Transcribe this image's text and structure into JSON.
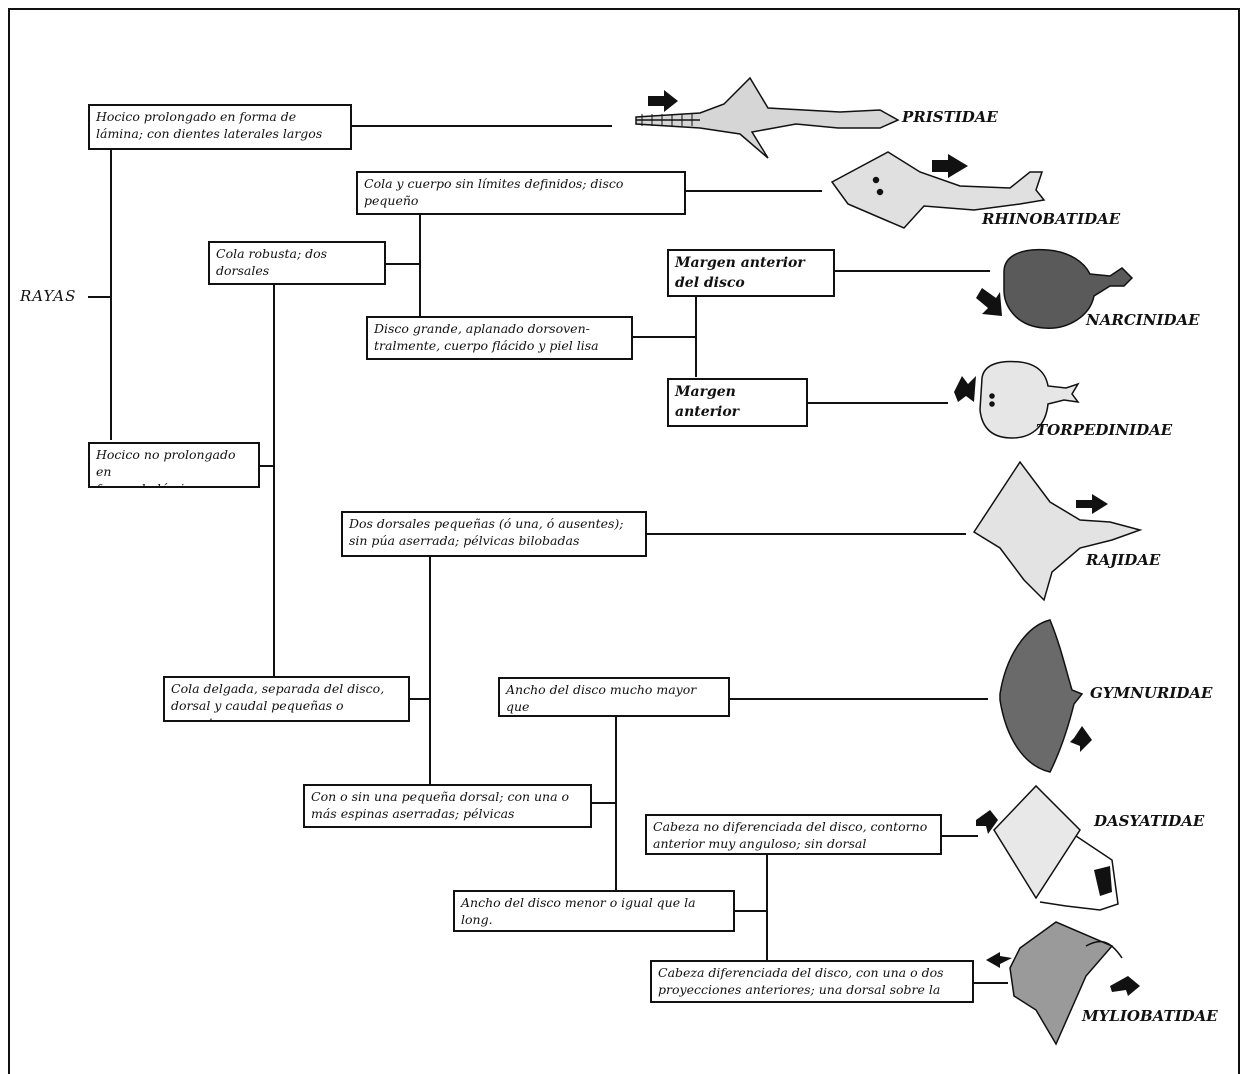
{
  "root_label": "RAYAS",
  "nodes": {
    "hocico_prolongado": "Hocico prolongado en forma de\nlámina; con dientes laterales largos",
    "hocico_no_prolongado": "Hocico no prolongado en\nforma de lámina",
    "cola_robusta": "Cola robusta; dos dorsales\ngrandes y una gran caudal",
    "cola_delgada": "Cola delgada, separada del disco,\ndorsal y caudal pequeñas o ausentes",
    "cola_cuerpo_sin_limites": "Cola y cuerpo sin límites definidos; disco pequeño\ny totalmente cubierto de escamas placoides",
    "disco_grande": "Disco grande, aplanado dorsoven-\ntralmente, cuerpo flácido y piel lisa",
    "margen_redondeado": "Margen anterior\ndel disco redondeado",
    "margen_recto": "Margen anterior\ndel disco recto",
    "dos_dorsales_pequenas": "Dos dorsales pequeñas (ó una, ó ausentes);\nsin púa aserrada; pélvicas bilobadas",
    "con_o_sin_dorsal": "Con o sin una pequeña dorsal; con una o\nmás espinas aserradas; pélvicas unilobadas",
    "ancho_mayor": "Ancho del disco mucho mayor que\nla longitud total; cola muy corta",
    "ancho_menor": "Ancho del disco menor o igual que la long.\ntotal; cola tan o más larga que el cuerpo",
    "cabeza_no_diferenciada": "Cabeza no diferenciada del disco, contorno\nanterior muy anguloso; sin dorsal",
    "cabeza_diferenciada": "Cabeza diferenciada del disco, con una o dos\nproyecciones anteriores; una dorsal sobre la cola"
  },
  "families": {
    "pristidae": "PRISTIDAE",
    "rhinobatidae": "RHINOBATIDAE",
    "narcinidae": "NARCINIDAE",
    "torpedinidae": "TORPEDINIDAE",
    "rajidae": "RAJIDAE",
    "gymnuridae": "GYMNURIDAE",
    "dasyatidae": "DASYATIDAE",
    "myliobatidae": "MYLIOBATIDAE"
  },
  "illustrations": [
    "sawfish-illustration",
    "guitarfish-illustration",
    "electric-ray-illustration",
    "torpedo-ray-illustration",
    "skate-illustration",
    "butterfly-ray-illustration",
    "stingray-illustration",
    "eagle-ray-illustration"
  ],
  "colors": {
    "line": "#111111",
    "fish_fill": "#d6d6d6",
    "fish_dark": "#5a5a5a",
    "arrow": "#111111"
  }
}
